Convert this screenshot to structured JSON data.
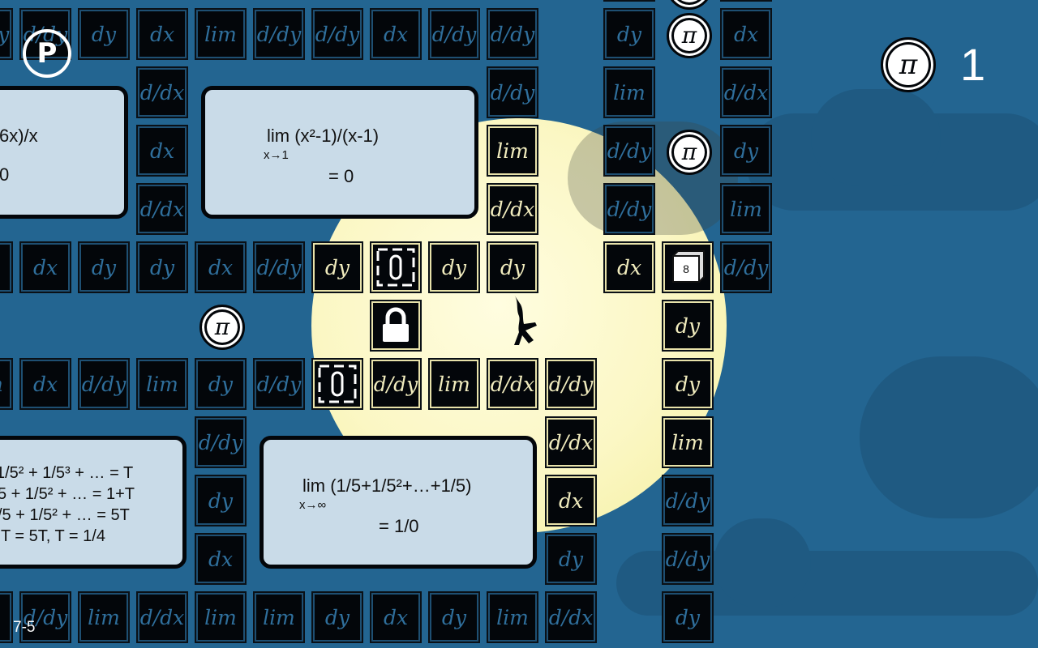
{
  "hud": {
    "pause_glyph": "P",
    "pi_counter": "1",
    "level_label": "7-5"
  },
  "coins": {
    "glyph": "π"
  },
  "panels": [
    {
      "id": "panel-left-top",
      "lines": [
        "6x)/x",
        "0"
      ],
      "sub": ""
    },
    {
      "id": "panel-center-top",
      "lines": [
        "lim   (x²-1)/(x-1)",
        "= 0"
      ],
      "sub": "x→1"
    },
    {
      "id": "panel-left-bottom",
      "lines": [
        "1/5² + 1/5³ + … = T",
        "5 + 1/5² + … = 1+T",
        "/5 + 1/5² + … = 5T",
        "T = 5T, T = 1/4"
      ],
      "sub": ""
    },
    {
      "id": "panel-center-bottom",
      "lines": [
        "lim   (1/5+1/5²+…+1/5)",
        "= 1/0"
      ],
      "sub": "x→∞"
    }
  ],
  "tiles_text": [
    "dy",
    "dx",
    "lim",
    "d/dy",
    "d/dx"
  ],
  "dice_value": "8",
  "colors": {
    "sky": "#236591",
    "cloud": "#1f5a82",
    "tile_dark_text": "#2f6f9c",
    "tile_lit_text": "#f1ecbe",
    "moon": "#fbf7c4"
  }
}
